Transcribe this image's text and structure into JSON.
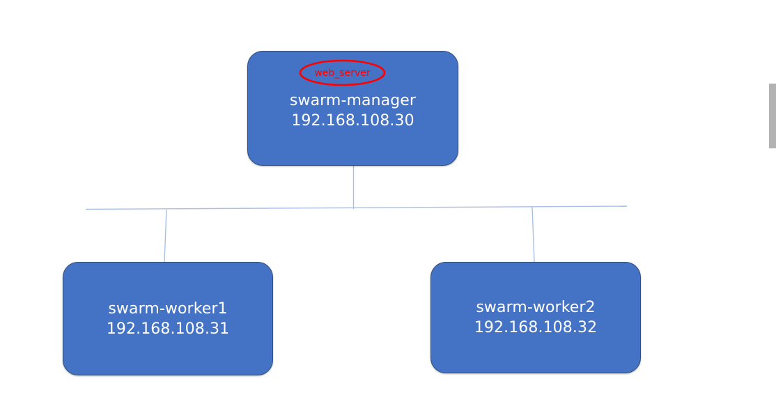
{
  "diagram": {
    "type": "network-topology",
    "background_color": "#ffffff",
    "node_fill_color": "#4472C4",
    "node_border_color": "#2F4E79",
    "node_text_color": "#FFFFFF",
    "connector_color": "#A9C0E4",
    "annotation_color": "#FF0000",
    "nodes": [
      {
        "id": "manager",
        "name": "swarm-manager",
        "ip": "192.168.108.30",
        "annotation": "web_server"
      },
      {
        "id": "worker1",
        "name": "swarm-worker1",
        "ip": "192.168.108.31"
      },
      {
        "id": "worker2",
        "name": "swarm-worker2",
        "ip": "192.168.108.32"
      }
    ]
  },
  "scrollbar": {
    "thumb_color": "#b2b2b2",
    "track_color": "#ffffff"
  }
}
